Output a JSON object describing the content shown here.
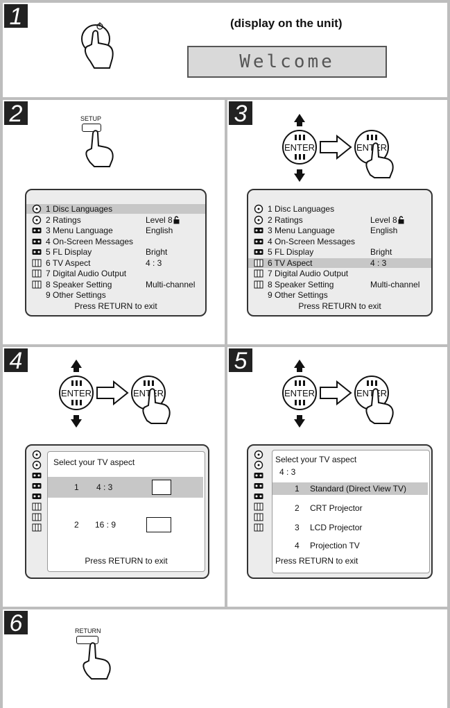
{
  "steps": {
    "s1": "1",
    "s2": "2",
    "s3": "3",
    "s4": "4",
    "s5": "5",
    "s6": "6"
  },
  "step1": {
    "caption": "(display on the unit)",
    "display_text": "Welcome"
  },
  "step2": {
    "button_label": "SETUP"
  },
  "enter_label": "ENTER",
  "step6": {
    "button_label": "RETURN"
  },
  "setup_menu": {
    "items": [
      {
        "label": "1  Disc Languages",
        "value": "",
        "icon": "disc-icon"
      },
      {
        "label": "2  Ratings",
        "value": "Level  8",
        "icon": "disc-icon",
        "lock": true
      },
      {
        "label": "3  Menu Language",
        "value": "English",
        "icon": "tape-icon"
      },
      {
        "label": "4  On-Screen Messages",
        "value": "",
        "icon": "tape-icon"
      },
      {
        "label": "5  FL Display",
        "value": "Bright",
        "icon": "tape-icon"
      },
      {
        "label": "6  TV Aspect",
        "value": "4 : 3",
        "icon": "speaker-icon"
      },
      {
        "label": "7  Digital Audio Output",
        "value": "",
        "icon": "speaker-icon"
      },
      {
        "label": "8  Speaker Setting",
        "value": "Multi-channel",
        "icon": "speaker-icon"
      },
      {
        "label": "9  Other Settings",
        "value": "",
        "icon": "none"
      }
    ],
    "exit": "Press RETURN to exit"
  },
  "aspect_menu": {
    "title": "Select your TV aspect",
    "options": [
      {
        "num": "1",
        "label": "4 : 3"
      },
      {
        "num": "2",
        "label": "16 : 9"
      }
    ],
    "exit": "Press RETURN to exit"
  },
  "aspect_sub_menu": {
    "title": "Select your TV aspect",
    "current": "4 : 3",
    "options": [
      {
        "num": "1",
        "label": "Standard (Direct View TV)"
      },
      {
        "num": "2",
        "label": "CRT Projector"
      },
      {
        "num": "3",
        "label": "LCD Projector"
      },
      {
        "num": "4",
        "label": "Projection TV"
      }
    ],
    "exit": "Press RETURN to exit"
  },
  "colors": {
    "background": "#bdbdbd",
    "highlight": "#c7c7c7",
    "panel": "#ffffff"
  }
}
